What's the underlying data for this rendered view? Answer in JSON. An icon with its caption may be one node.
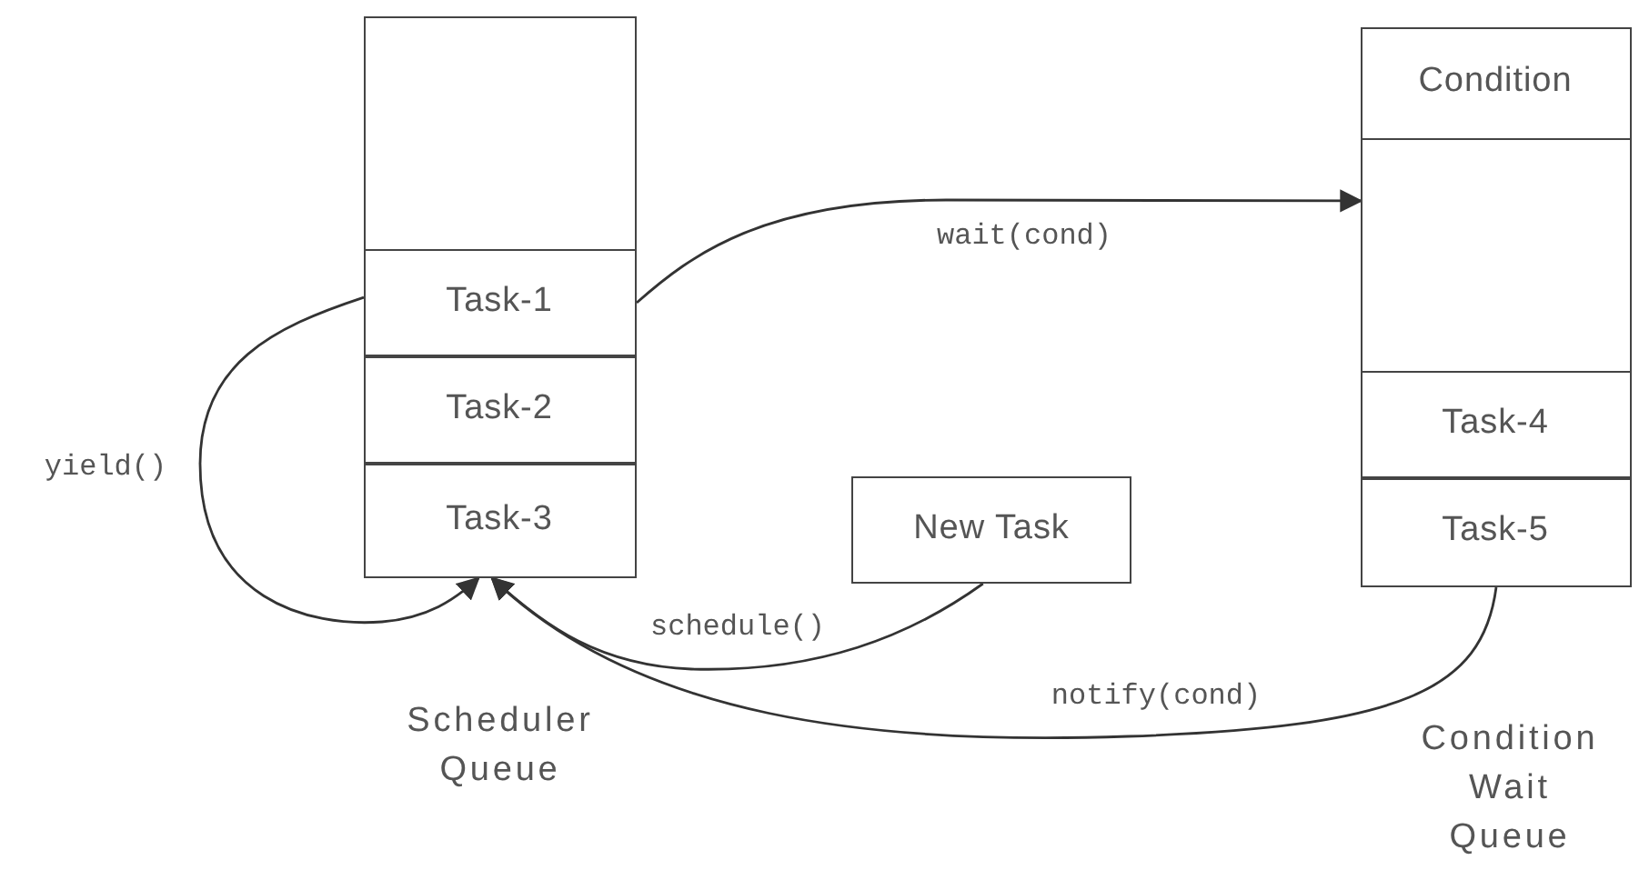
{
  "diagram": {
    "nodes": [
      {
        "text": [],
        "shape": "box",
        "beside": [
          "Scheduler Queue"
        ]
      },
      {
        "text": [
          "Task-1"
        ],
        "in": 0
      },
      {
        "text": [
          "Task-2"
        ],
        "in": 0
      },
      {
        "text": [
          "Task-3"
        ],
        "in": 0
      },
      {
        "text": [],
        "shape": "box",
        "beside": [
          "Condition Wait Queue"
        ]
      },
      {
        "text": [
          "Condition"
        ],
        "in": 4
      },
      {
        "text": [
          "Task-4"
        ],
        "in": 4
      },
      {
        "text": [
          "Task-5"
        ],
        "in": 4
      },
      {
        "text": [
          "New Task"
        ]
      }
    ],
    "edges": [
      {
        "from": 1,
        "to": 3,
        "arrow": "to",
        "label": "yield()"
      },
      {
        "from": 1,
        "to": 4,
        "arrow": "to",
        "label": "wait(cond)"
      },
      {
        "from": 8,
        "to": 3,
        "arrow": "to",
        "label": "schedule()"
      },
      {
        "from": 7,
        "to": 3,
        "arrow": "to",
        "label": "notify(cond)"
      }
    ]
  }
}
